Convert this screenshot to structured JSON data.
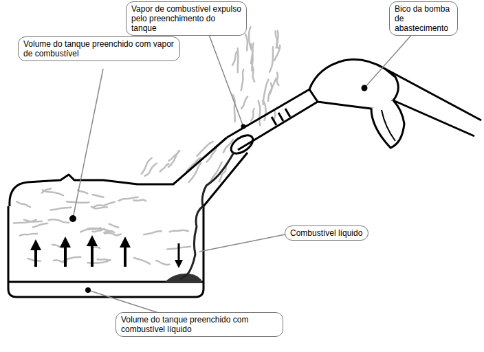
{
  "diagram": {
    "nodes": [
      {
        "text": [
          "Vapor de combustível expulso pelo preenchimento do tanque"
        ]
      },
      {
        "text": [
          "Bico da bomba de abastecimento"
        ]
      },
      {
        "text": [
          "Volume do tanque preenchido com vapor de combustível"
        ]
      },
      {
        "text": [
          "Combustível líquido"
        ]
      },
      {
        "text": [
          "Volume do tanque preenchido com combustível líquido"
        ]
      }
    ]
  }
}
